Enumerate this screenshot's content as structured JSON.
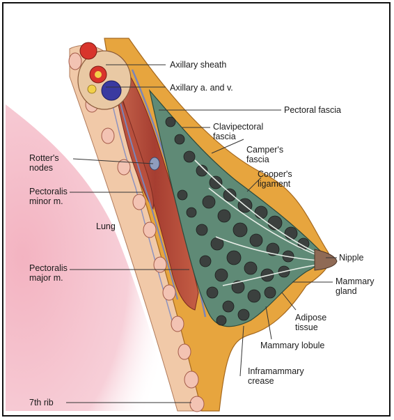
{
  "labels": {
    "axillary_sheath": "Axillary sheath",
    "axillary_av": "Axillary a. and v.",
    "pectoral_fascia": "Pectoral fascia",
    "clavipectoral_fascia_1": "Clavipectoral",
    "clavipectoral_fascia_2": "fascia",
    "campers_fascia_1": "Camper's",
    "campers_fascia_2": "fascia",
    "coopers_ligament_1": "Cooper's",
    "coopers_ligament_2": "ligament",
    "rotters_nodes_1": "Rotter's",
    "rotters_nodes_2": "nodes",
    "pectoralis_minor_1": "Pectoralis",
    "pectoralis_minor_2": "minor m.",
    "lung": "Lung",
    "pectoralis_major_1": "Pectoralis",
    "pectoralis_major_2": "major m.",
    "nipple": "Nipple",
    "mammary_gland_1": "Mammary",
    "mammary_gland_2": "gland",
    "adipose_tissue_1": "Adipose",
    "adipose_tissue_2": "tissue",
    "mammary_lobule": "Mammary lobule",
    "inframammary_crease_1": "Inframammary",
    "inframammary_crease_2": "crease",
    "seventh_rib": "7th rib"
  },
  "colors": {
    "lung": "#f2b8c4",
    "fat": "#e6a23c",
    "muscle": "#b44a3a",
    "gland": "#5f8a76",
    "lobule": "#3a3e3c",
    "fascia": "#7b84b8",
    "artery": "#d8342c",
    "vein": "#3a3aa0"
  }
}
